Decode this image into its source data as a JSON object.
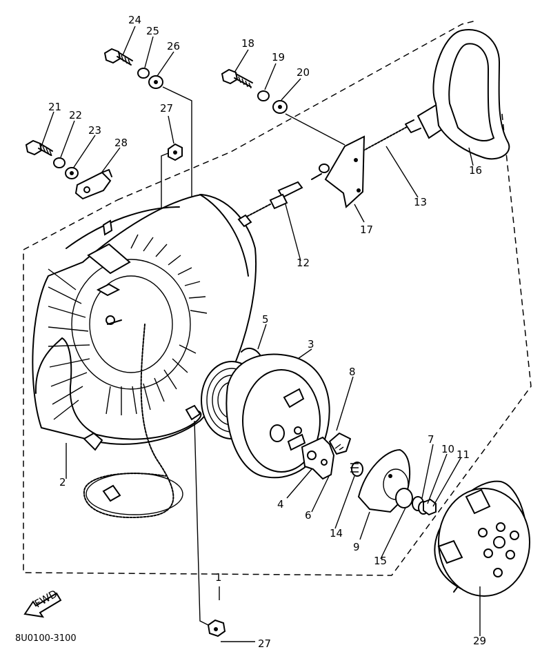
{
  "diagram": {
    "part_labels": [
      {
        "id": "p24",
        "text": "24"
      },
      {
        "id": "p25",
        "text": "25"
      },
      {
        "id": "p26",
        "text": "26"
      },
      {
        "id": "p18",
        "text": "18"
      },
      {
        "id": "p19",
        "text": "19"
      },
      {
        "id": "p20",
        "text": "20"
      },
      {
        "id": "p21",
        "text": "21"
      },
      {
        "id": "p22",
        "text": "22"
      },
      {
        "id": "p23",
        "text": "23"
      },
      {
        "id": "p28",
        "text": "28"
      },
      {
        "id": "p27a",
        "text": "27"
      },
      {
        "id": "p16",
        "text": "16"
      },
      {
        "id": "p13",
        "text": "13"
      },
      {
        "id": "p17",
        "text": "17"
      },
      {
        "id": "p12",
        "text": "12"
      },
      {
        "id": "p5",
        "text": "5"
      },
      {
        "id": "p3",
        "text": "3"
      },
      {
        "id": "p8",
        "text": "8"
      },
      {
        "id": "p7",
        "text": "7"
      },
      {
        "id": "p10",
        "text": "10"
      },
      {
        "id": "p11",
        "text": "11"
      },
      {
        "id": "p2",
        "text": "2"
      },
      {
        "id": "p4",
        "text": "4"
      },
      {
        "id": "p6",
        "text": "6"
      },
      {
        "id": "p14",
        "text": "14"
      },
      {
        "id": "p9",
        "text": "9"
      },
      {
        "id": "p15",
        "text": "15"
      },
      {
        "id": "p29",
        "text": "29"
      },
      {
        "id": "p27b",
        "text": "27"
      },
      {
        "id": "p1",
        "text": "1"
      }
    ],
    "fwd_label": "FWD",
    "drawing_code": "8U0100-3100"
  }
}
